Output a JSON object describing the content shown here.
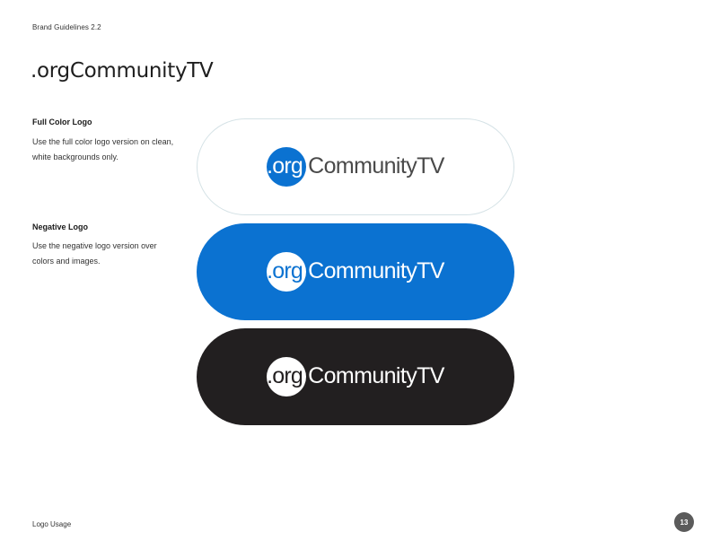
{
  "header": {
    "text": "Brand Guidelines 2.2"
  },
  "page": {
    "title": ".orgCommunityTV"
  },
  "sections": [
    {
      "heading": "Full Color Logo",
      "body": "Use the full color logo version on clean, white backgrounds only."
    },
    {
      "heading": "Negative Logo",
      "body": "Use the negative logo version over colors and images."
    }
  ],
  "logos": [
    {
      "variant": "full-color",
      "org": ".org",
      "name": "CommunityTV",
      "background": "#ffffff",
      "circle": "#0b72d1"
    },
    {
      "variant": "negative-blue",
      "org": ".org",
      "name": "CommunityTV",
      "background": "#0b72d1",
      "circle": "#ffffff"
    },
    {
      "variant": "negative-black",
      "org": ".org",
      "name": "CommunityTV",
      "background": "#221f20",
      "circle": "#ffffff"
    }
  ],
  "footer": {
    "text": "Logo Usage",
    "page_number": "13"
  }
}
